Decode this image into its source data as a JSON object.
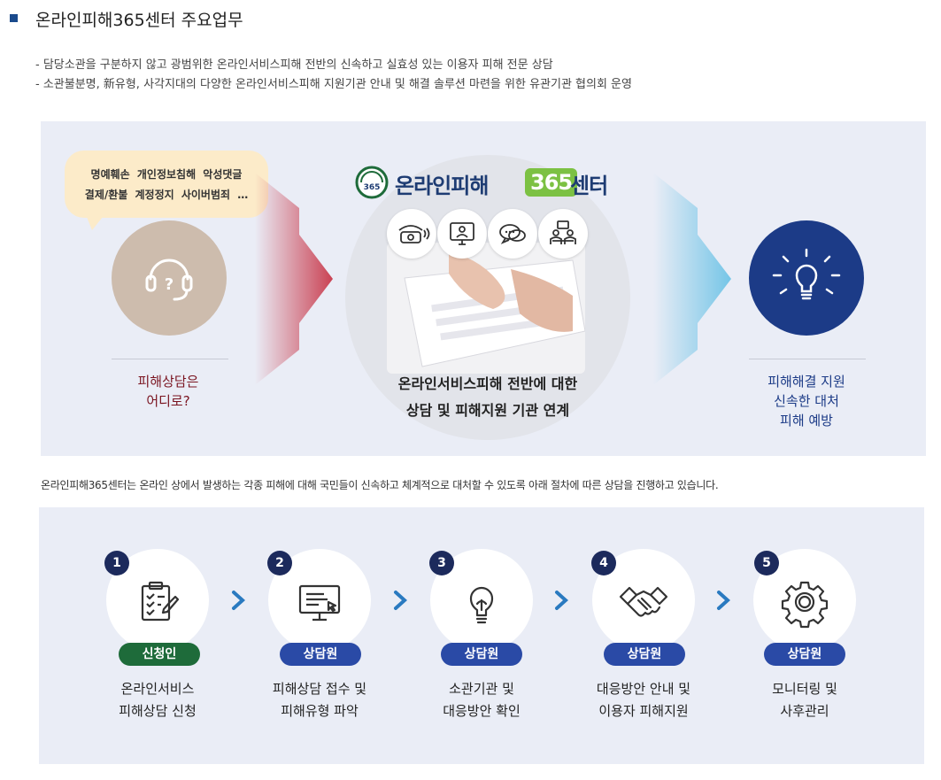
{
  "header": {
    "title": "온라인피해365센터 주요업무",
    "desc1": "- 담당소관을 구분하지 않고 광범위한 온라인서비스피해 전반의 신속하고 실효성 있는 이용자 피해 전문 상담",
    "desc2": "- 소관불분명, 新유형, 사각지대의 다양한 온라인서비스피해 지원기관 안내 및 해결 솔루션 마련을 위한 유관기관 협의회 운영"
  },
  "service": {
    "bubble_line1": "명예훼손 개인정보침해 악성댓글",
    "bubble_line2": "결제/환불 계정정지 사이버범죄 …",
    "left_caption1": "피해상담은",
    "left_caption2": "어디로?",
    "logo_badge": "온라인피해 365",
    "logo_text1": "온라인피해",
    "logo_365": "365",
    "logo_text2": "센터",
    "center_caption1": "온라인서비스피해 전반에 대한",
    "center_caption2": "상담 및 피해지원 기관 연계",
    "right_caption1": "피해해결 지원",
    "right_caption2": "신속한 대처",
    "right_caption3": "피해 예방",
    "colors": {
      "red_arrow": "#c8384a",
      "blue_arrow": "#6ec3e6",
      "navy": "#1c3b87",
      "tan": "#cdbcad"
    }
  },
  "intro": "온라인피해365센터는 온라인 상에서 발생하는 각종 피해에 대해 국민들이 신속하고 체계적으로 대처할 수 있도록 아래 절차에 따른 상담을 진행하고 있습니다.",
  "steps": [
    {
      "num": "1",
      "icon": "clipboard-checklist-icon",
      "role": "신청인",
      "role_color": "#1e6b3a",
      "line1": "온라인서비스",
      "line2": "피해상담 신청"
    },
    {
      "num": "2",
      "icon": "monitor-cursor-icon",
      "role": "상담원",
      "role_color": "#2a4aa6",
      "line1": "피해상담 접수 및",
      "line2": "피해유형 파악"
    },
    {
      "num": "3",
      "icon": "lightbulb-icon",
      "role": "상담원",
      "role_color": "#2a4aa6",
      "line1": "소관기관 및",
      "line2": "대응방안 확인"
    },
    {
      "num": "4",
      "icon": "handshake-icon",
      "role": "상담원",
      "role_color": "#2a4aa6",
      "line1": "대응방안 안내 및",
      "line2": "이용자 피해지원"
    },
    {
      "num": "5",
      "icon": "gear-icon",
      "role": "상담원",
      "role_color": "#2a4aa6",
      "line1": "모니터링 및",
      "line2": "사후관리"
    }
  ]
}
